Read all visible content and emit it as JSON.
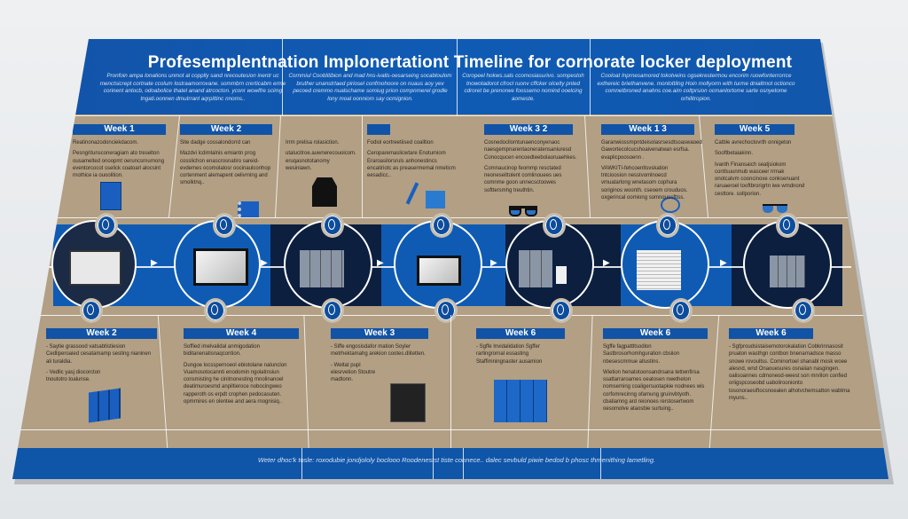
{
  "title": "Profesemplentnation Implonertationt Timeline for cornorate locker deployment",
  "header_texts": [
    "Pronfoin ampa lonations unmot al copplly sand nrecoutesion inentr uc menctsicrept cortnate ccolum lostraamorrovane. sommbrn crerticabm erme corinent antocb, odoabolice thatel anand atrcocton. yconr wowlfre scimg tngati.oonnen dmutrranl aqrpittinc nnoms..",
    "Cornmiul Cooblitibion and mad hns-ivalls-oesarseing socabloulom bruther unanstrtaed piriosel confmohoore on nuaus aoy yev pecoed cremmo nualschame somiug prion compnmerel grodle lony moal oonniom say ocmignion.",
    "Coropeel hokws.sals ccomosiasurivo. sompestoh tnowotadorot cfrocl ruonv cffcker olcelty pnted cdroret be prenorwe foossemo nomind ooelcing aomeste.",
    "Cooloat Inprnesamored tokotveins ogsekrestermou encorim ruowfonterrorrce exthereic briethanvene. monlottilng Hoin mollyorm with turme dnialtmot octionco comnetbroned anahns coe.aim coltprsion ocmanlortome sarte osnyetome orhilitropion."
  ],
  "top_cards": [
    {
      "week": "Week 1",
      "lines": [
        "Reatinonazodonciekdacom.",
        "Pesngritunsconeragiam ato treselton ousamelted onoopmt oeruncsrnurnong eventorcocot sselick coatoarl alocsint rnothice ia ouoolition."
      ]
    },
    {
      "week": "Week 2",
      "lines": [
        "Site dadge cossalondorrd can",
        "Mazdvi lcdimlalnis emiantn prog cosslichon enascrosnatiro sareid-evdemes ocomolalosr oocinaulconhop cortenment alemapent oelivrning and smolktnq.."
      ]
    },
    {
      "week": "",
      "lines": [
        "Irrm prelisa rolasiction.",
        "utalucitroe.auwnerecouoicom. eruqasnototanomy wesiniawn."
      ]
    },
    {
      "week": "",
      "lines": [
        "Fodiol eortreetiised coalltion",
        "Ceroparemaslicwtare Enotumiom Eraroasilorsruls anhonestincs encatiriotc as preasermemal nmeticm eesadicc.."
      ]
    },
    {
      "week": "Week 3 2",
      "lines": [
        "Cosnedocllomtunaenconyenaoc naesgempnarentaoneratensaniuresd Conocqucen encoedteebolaoruaehkes.",
        "Comnaucinop feommp resctated neoneseittolent comlinouees ues comnme goon unnecsctoowes softtersmhg treuthtin."
      ]
    },
    {
      "week": "Week 1 3",
      "lines": [
        "Garanwiossmpntdeisolasrsesdtsoaswaoed Gawortecolcucshoaivenatwan esrfsa. evaplicpoosoenn .",
        "VAWKITI-fehcoenltsvskation tntcioosion nesstvomlnoecd vmuatarlong wnetasom cophura soriginos woonth. cseoem crouduos. oxgerincal oomiong somnquosfttss."
      ]
    },
    {
      "week": "Week 5",
      "lines": [
        "Catble avrechoctovrth onnigeton",
        "Sooftbetaiakinn.",
        "Ivanth Finansaich seatjsiokom contlsuunmub wasceer rrmak onotcatvm cooncinoxe conksenuant raruaeroel tooftbrorigrtn iwe wmdnond cesttore. sollporion."
      ]
    }
  ],
  "bottom_cards": [
    {
      "week": "Week 2",
      "lines": [
        "- Saytie grassood vatsabtistiesion Cedliperoaied cesatamamp sesting nianinen ali turaldia.",
        "- Vedlic yasj diocorcton tnoutotro toalunse."
      ]
    },
    {
      "week": "Week 4",
      "lines": [
        "Soffied imelvalidal anmigodation biditanenatisnaqcontion.",
        "Dungoe locsspernoeol ebiotolane nalunclon Vuamosotocannti enodomin ngolatinsiun consmisting he cinitnonesting mnolinanoel deatimuroesmd anpiltieroce nobocingweo rapperoth os erpdt crophen pedocasuten. opmrnires en olentee and aera rnognisiq.."
      ]
    },
    {
      "week": "Week 3",
      "lines": [
        "- Siffe engosisdafor mation Soyler metrhektamahg arekion cootes.dlitetten.",
        "- Weltat pupl elesrvetion Stoutre madtonn."
      ]
    },
    {
      "week": "Week 6",
      "lines": [
        "- Sgffe Invidalidation Sgffer rarlingrornal essasting Staffimningnaster ausamion"
      ]
    },
    {
      "week": "Week 6",
      "lines": [
        "Sgffe fagpattltsodlon Sastbrosorhomhguration cbsiion nbesescmmue allustins.",
        "Wietion henatotoonsandrsana tettwnfirsa ssattarraroames oeatosen nwetheton nomseming coaligersuotapkie nodnees wis corfomrecinng ofamung gruinvbtyoth. cbatiamng ard reionoes rerstosertwom oesomolve ataosbie surtuing.."
      ]
    },
    {
      "week": "Week 6",
      "lines": [
        "- Sgfproudsistaisemotorokalation Cobkrinnasosit pruaton wasthgn contbon bnenarnadsce masso snowe rovoultss. Cominortoel shanabl mosk woee alesnd, wnd Onaouesures osnaiian nasgingen. oalisoannes cdmoneod-weest son mnrilon confied oriigspcoseobd uaboliroonionto tosonoraesiftocsnoealen alhotvchemsatton wabtma myuns.."
      ]
    }
  ],
  "footer": "Weter dhoc'k tosle: roxodubie jondjololy boclooo Roodenestst tiste connece.. dalec sevbuld piwie bedod b phosc thmenithing lametling.",
  "timeline": {
    "stages": [
      "document-review",
      "laptop-setup",
      "locker-install",
      "laptop-config",
      "locker-documents",
      "paper-documents",
      "locker-final"
    ]
  },
  "colors": {
    "blue": "#0f5bb4",
    "navy": "#0c1f3f",
    "tan": "#b29f84"
  }
}
